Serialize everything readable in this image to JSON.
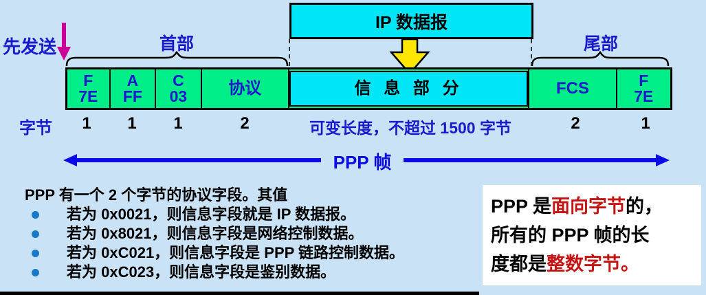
{
  "colors": {
    "background": "#C9E2F5",
    "field_green": "#00EE87",
    "info_cyan": "#00E6F7",
    "label_blue": "#1A1ACC",
    "frame_arrow_blue": "#0A0AE6",
    "first_sent_magenta": "#CC0099",
    "drop_arrow_yellow": "#FFE600",
    "highlight_red": "#C41414",
    "bullet_blue": "#1779C8"
  },
  "top": {
    "first_sent_label": "先发送",
    "ip_datagram_label": "IP 数据报",
    "header_label": "首部",
    "trailer_label": "尾部"
  },
  "frame": {
    "bytes_row_label": "字节",
    "span_label": "PPP 帧",
    "fields": [
      {
        "name": "flag-start",
        "line1": "F",
        "line2": "7E",
        "bytes": "1"
      },
      {
        "name": "address",
        "line1": "A",
        "line2": "FF",
        "bytes": "1"
      },
      {
        "name": "control",
        "line1": "C",
        "line2": "03",
        "bytes": "1"
      },
      {
        "name": "protocol",
        "label": "协议",
        "bytes": "2"
      },
      {
        "name": "information",
        "label": "信 息 部 分",
        "bytes": "可变长度，不超过 1500 字节"
      },
      {
        "name": "fcs",
        "label": "FCS",
        "bytes": "2"
      },
      {
        "name": "flag-end",
        "line1": "F",
        "line2": "7E",
        "bytes": "1"
      }
    ]
  },
  "notes": {
    "intro": "PPP 有一个 2 个字节的协议字段。其值",
    "bullets": [
      "若为 0x0021，则信息字段就是 IP 数据报。",
      "若为 0x8021，则信息字段是网络控制数据。",
      "若为 0xC021，则信息字段是 PPP 链路控制数据。",
      "若为 0xC023，则信息字段是鉴别数据。"
    ]
  },
  "callout": {
    "line1": [
      {
        "text": "PPP 是"
      },
      {
        "text": "面向字节"
      },
      {
        "text": "的，"
      }
    ],
    "line2": [
      {
        "text": "所有的 PPP 帧的长"
      }
    ],
    "line3": [
      {
        "text": "度都是"
      },
      {
        "text": "整数字节。"
      }
    ]
  }
}
